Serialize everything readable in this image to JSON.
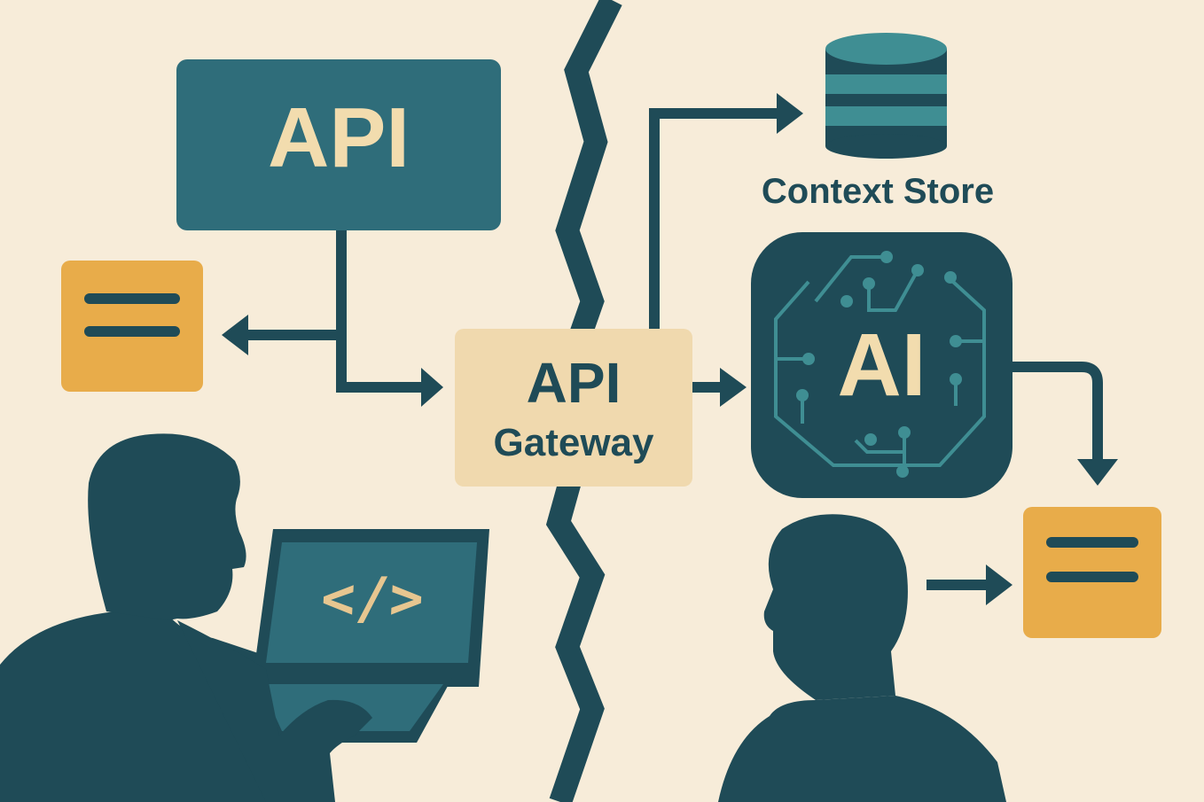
{
  "api_box": {
    "label": "API"
  },
  "gateway": {
    "line1": "API",
    "line2": "Gateway"
  },
  "context_store": {
    "label": "Context Store"
  },
  "ai_chip": {
    "label": "AI"
  },
  "laptop": {
    "code_label": "</>"
  },
  "colors": {
    "background": "#f7ecd9",
    "dark_teal": "#1f4b57",
    "teal": "#2f6d7a",
    "sand": "#f0d9ae",
    "amber": "#e8ac4a",
    "circuit": "#3f8e93"
  },
  "icons": [
    "database-icon",
    "document-icon",
    "ai-chip-icon",
    "laptop-icon",
    "person-silhouette-icon"
  ]
}
